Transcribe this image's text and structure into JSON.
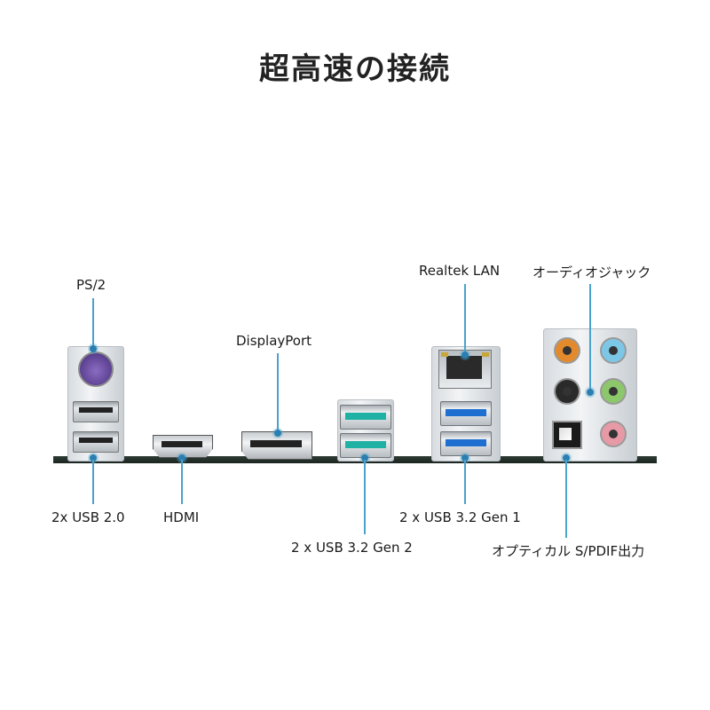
{
  "title": "超高速の接続",
  "labels": {
    "ps2": "PS/2",
    "usb20": "2x USB 2.0",
    "hdmi": "HDMI",
    "displayport": "DisplayPort",
    "usb32gen2": "2 x USB 3.2 Gen 2",
    "realtek_lan": "Realtek LAN",
    "usb32gen1": "2 x USB 3.2 Gen 1",
    "audio_jacks": "オーディオジャック",
    "optical_spdif": "オプティカル S/PDIF出力"
  },
  "colors": {
    "callout_line": "#4aa3cc",
    "usb3_gen1_blue": "#1f6fd1",
    "usb3_gen2_teal": "#1fb2a4",
    "ps2_purple": "#6b4fa0",
    "audio_orange": "#e38b2c",
    "audio_light_blue": "#7cc6e6",
    "audio_black": "#2a2a2a",
    "audio_green": "#8cc76b",
    "audio_pink": "#e79aa6"
  },
  "icons": [
    "ps2-port-icon",
    "usb-port-icon",
    "hdmi-port-icon",
    "displayport-icon",
    "rj45-port-icon",
    "audio-jack-icon",
    "optical-port-icon"
  ]
}
